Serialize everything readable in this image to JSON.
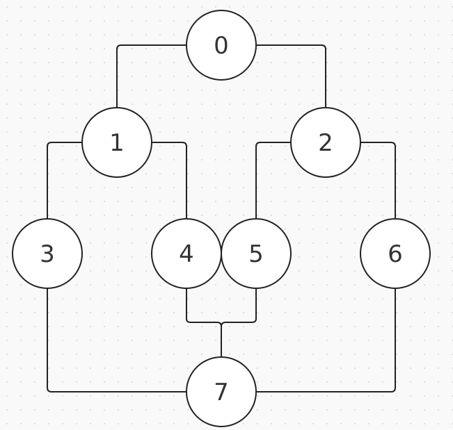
{
  "nodes": [
    {
      "id": "0",
      "label": "0"
    },
    {
      "id": "1",
      "label": "1"
    },
    {
      "id": "2",
      "label": "2"
    },
    {
      "id": "3",
      "label": "3"
    },
    {
      "id": "4",
      "label": "4"
    },
    {
      "id": "5",
      "label": "5"
    },
    {
      "id": "6",
      "label": "6"
    },
    {
      "id": "7",
      "label": "7"
    }
  ],
  "edges": [
    {
      "from": "0",
      "to": "1"
    },
    {
      "from": "0",
      "to": "2"
    },
    {
      "from": "1",
      "to": "3"
    },
    {
      "from": "1",
      "to": "4"
    },
    {
      "from": "2",
      "to": "5"
    },
    {
      "from": "2",
      "to": "6"
    },
    {
      "from": "3",
      "to": "7"
    },
    {
      "from": "4",
      "to": "7"
    },
    {
      "from": "5",
      "to": "7"
    },
    {
      "from": "6",
      "to": "7"
    }
  ],
  "colors": {
    "background": "#f9f9f9",
    "grid_dot": "#d6d6d6",
    "line": "#222222",
    "node_fill": "#ffffff",
    "label": "#333333"
  }
}
